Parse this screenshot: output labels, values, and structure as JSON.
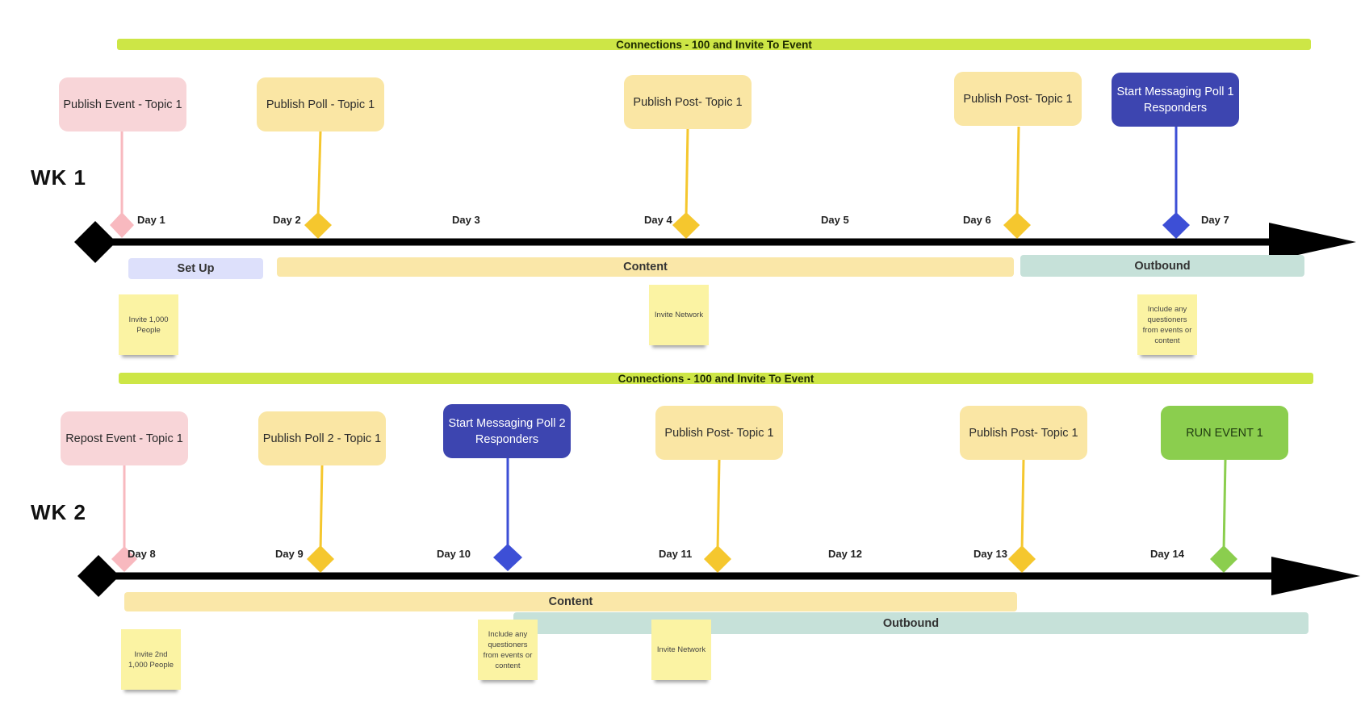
{
  "weeks": [
    {
      "label": "WK 1",
      "banner": "Connections - 100 and Invite To Event",
      "days": [
        "Day 1",
        "Day 2",
        "Day 3",
        "Day 4",
        "Day 5",
        "Day 6",
        "Day 7"
      ],
      "milestones": [
        {
          "text": "Publish Event -  Topic 1",
          "color": "#f8b9bf"
        },
        {
          "text": "Publish Poll - Topic 1",
          "color": "#f5c72e"
        },
        {
          "text": "Publish Post- Topic 1",
          "color": "#f5c72e"
        },
        {
          "text": "Publish Post- Topic 1",
          "color": "#f5c72e"
        },
        {
          "text": "Start Messaging Poll 1 Responders",
          "color": "#3d4fd6"
        }
      ],
      "bands": {
        "setup": "Set Up",
        "content": "Content",
        "outbound": "Outbound"
      },
      "notes": [
        "Invite 1,000 People",
        "Invite Network",
        "Include any questioners from events or content"
      ]
    },
    {
      "label": "WK 2",
      "banner": "Connections - 100 and Invite To Event",
      "days": [
        "Day 8",
        "Day 9",
        "Day 10",
        "Day 11",
        "Day 12",
        "Day 13",
        "Day 14"
      ],
      "milestones": [
        {
          "text": "Repost Event -  Topic 1",
          "color": "#f8b9bf"
        },
        {
          "text": "Publish Poll 2 - Topic 1",
          "color": "#f5c72e"
        },
        {
          "text": "Start Messaging Poll 2 Responders",
          "color": "#3d4fd6"
        },
        {
          "text": "Publish Post- Topic 1",
          "color": "#f5c72e"
        },
        {
          "text": "Publish Post- Topic 1",
          "color": "#f5c72e"
        },
        {
          "text": "RUN EVENT 1",
          "color": "#8bce4e"
        }
      ],
      "bands": {
        "content": "Content",
        "outbound": "Outbound"
      },
      "notes": [
        "Invite 2nd 1,000 People",
        "Include any questioners from events or content",
        "Invite Network"
      ]
    }
  ],
  "colors": {
    "axis": "#000000",
    "banner": "#cde646"
  }
}
